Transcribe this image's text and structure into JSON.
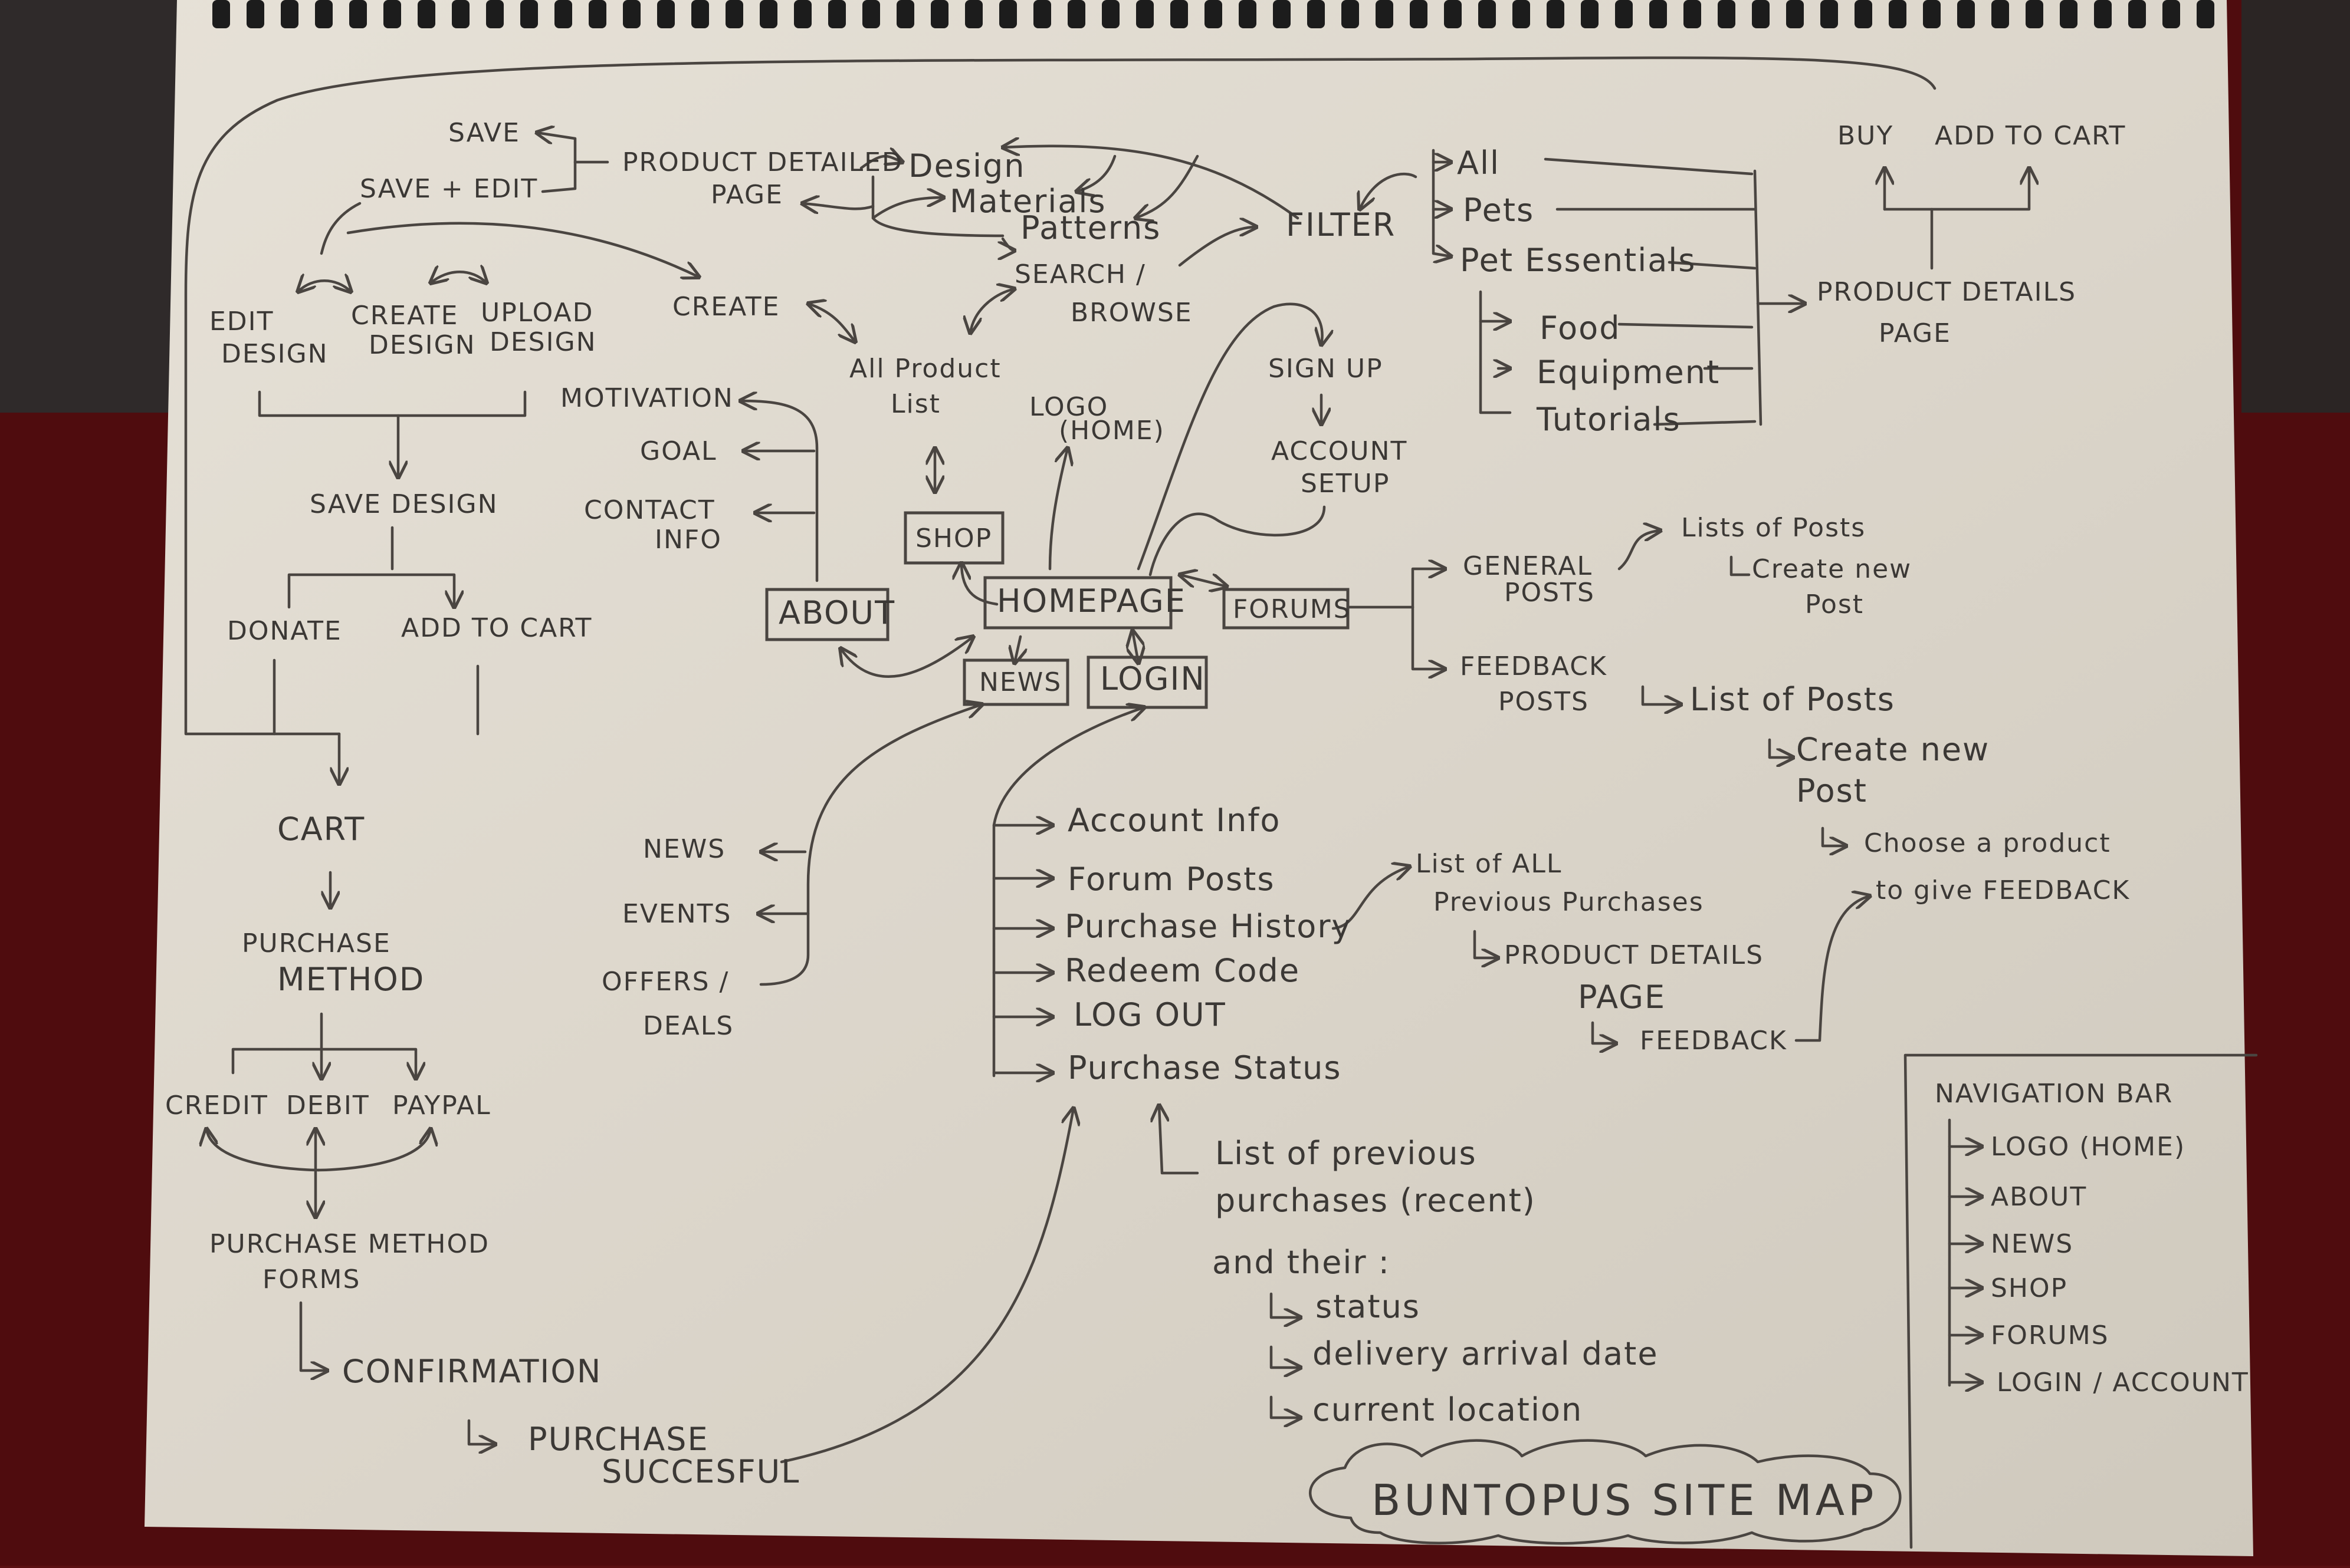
{
  "title": "BUNTOPUS SITE MAP",
  "hub": {
    "homepage": "HOMEPAGE",
    "shop": "SHOP",
    "about": "ABOUT",
    "forums": "FORUMS",
    "news": "NEWS",
    "login": "LOGIN",
    "logo": [
      "LOGO",
      "(HOME)"
    ],
    "signup": "SIGN UP",
    "account_setup": [
      "ACCOUNT",
      "SETUP"
    ]
  },
  "about_items": {
    "motivation": "MOTIVATION",
    "goal": "GOAL",
    "contact": [
      "CONTACT",
      "INFO"
    ]
  },
  "shop_branch": {
    "all_product": [
      "All Product",
      "List"
    ],
    "search": [
      "SEARCH /",
      "BROWSE"
    ],
    "create": "CREATE",
    "filter": "FILTER",
    "design": "Design",
    "materials": "Materials",
    "patterns": "Patterns",
    "product_detailed_page": [
      "PRODUCT DETAILED",
      "PAGE"
    ],
    "save": "SAVE",
    "save_edit": "SAVE + EDIT",
    "edit_design": [
      "EDIT",
      "DESIGN"
    ],
    "create_design": [
      "CREATE",
      "DESIGN"
    ],
    "upload_design": [
      "UPLOAD",
      "DESIGN"
    ],
    "save_design": "SAVE DESIGN",
    "donate": "DONATE",
    "add_to_cart_left": "ADD TO CART",
    "cart": "CART",
    "purchase_method": [
      "PURCHASE",
      "METHOD"
    ],
    "credit": "CREDIT",
    "debit": "DEBIT",
    "paypal": "PAYPAL",
    "purchase_method_forms": [
      "PURCHASE METHOD",
      "FORMS"
    ],
    "confirmation": "CONFIRMATION",
    "purchase_successful": [
      "PURCHASE",
      "SUCCESFUL"
    ]
  },
  "filter_items": {
    "all": "All",
    "pets": "Pets",
    "pet_essentials": "Pet Essentials",
    "food": "Food",
    "equipment": "Equipment",
    "tutorials": "Tutorials",
    "product_details_page": [
      "PRODUCT DETAILS",
      "PAGE"
    ],
    "buy": "BUY",
    "add_to_cart": "ADD TO CART"
  },
  "forums_items": {
    "general_posts": [
      "GENERAL",
      "POSTS"
    ],
    "lists_of_posts": "Lists of Posts",
    "create_new_post_general": [
      "Create new",
      "Post"
    ],
    "feedback_posts": [
      "FEEDBACK",
      "POSTS"
    ],
    "list_of_posts": "List of Posts",
    "create_new_post_feedback": [
      "Create new",
      "Post"
    ],
    "choose_product": [
      "Choose a product",
      "to give FEEDBACK"
    ]
  },
  "news_items": {
    "news": "NEWS",
    "events": "EVENTS",
    "offers": [
      "OFFERS /",
      "DEALS"
    ]
  },
  "login_items": {
    "account_info": "Account Info",
    "forum_posts": "Forum Posts",
    "purchase_history": "Purchase History",
    "redeem_code": "Redeem Code",
    "log_out": "LOG OUT",
    "purchase_status": "Purchase Status",
    "list_all_previous": [
      "List of ALL",
      "Previous Purchases"
    ],
    "product_details_page": [
      "PRODUCT DETAILS",
      "PAGE"
    ],
    "feedback": "FEEDBACK",
    "status_list": [
      "List of previous",
      "purchases (recent)",
      "and their :"
    ],
    "status": "status",
    "delivery": "delivery arrival date",
    "location": "current location"
  },
  "nav_bar": {
    "heading": "NAVIGATION BAR",
    "items": [
      "LOGO (HOME)",
      "ABOUT",
      "NEWS",
      "SHOP",
      "FORUMS",
      "LOGIN / ACCOUNT"
    ]
  }
}
